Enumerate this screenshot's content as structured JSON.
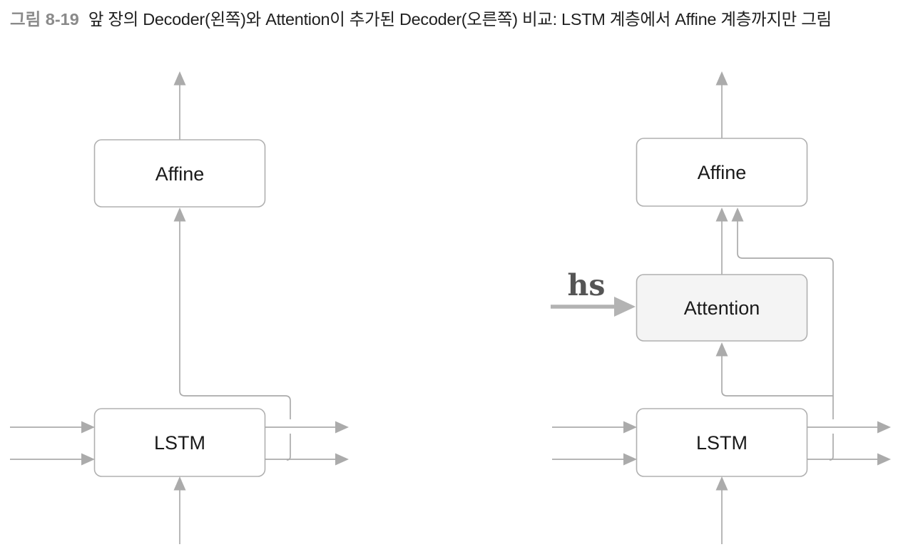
{
  "caption": {
    "label": "그림 8-19",
    "text": "앞 장의 Decoder(왼쪽)와 Attention이 추가된 Decoder(오른쪽) 비교: LSTM 계층에서 Affine 계층까지만 그림"
  },
  "left_decoder": {
    "affine_label": "Affine",
    "lstm_label": "LSTM"
  },
  "right_decoder": {
    "affine_label": "Affine",
    "attention_label": "Attention",
    "lstm_label": "LSTM",
    "hs_label": "hs"
  },
  "colors": {
    "line": "#ababab",
    "box_border": "#b0b0b0",
    "box_fill": "#ffffff",
    "attention_fill": "#f4f4f4",
    "caption_label": "#8a8a8a",
    "caption_text": "#1f1f1f",
    "hs_text": "#555555",
    "hs_arrow": "#b3b3b3"
  }
}
